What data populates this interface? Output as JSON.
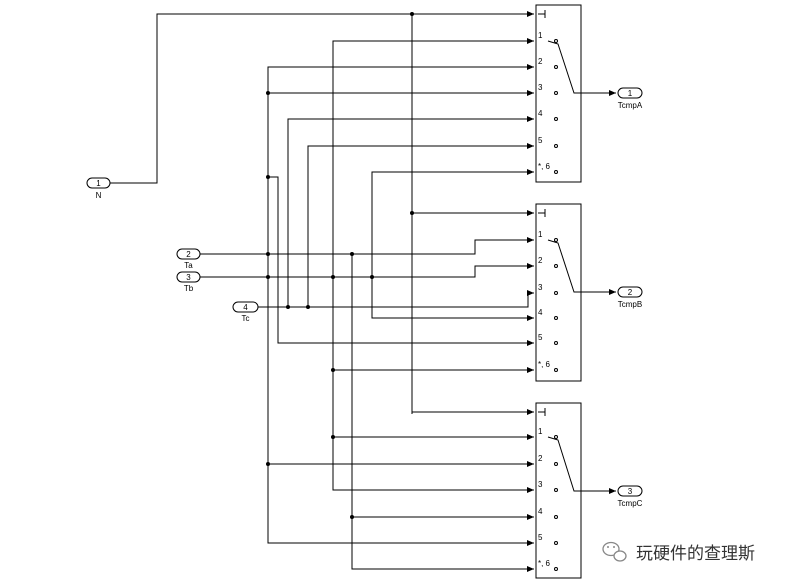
{
  "inports": [
    {
      "num": "1",
      "name": "N"
    },
    {
      "num": "2",
      "name": "Ta"
    },
    {
      "num": "3",
      "name": "Tb"
    },
    {
      "num": "4",
      "name": "Tc"
    }
  ],
  "outports": [
    {
      "num": "1",
      "name": "TcmpA"
    },
    {
      "num": "2",
      "name": "TcmpB"
    },
    {
      "num": "3",
      "name": "TcmpC"
    }
  ],
  "switch_port_labels": [
    "1",
    "2",
    "3",
    "4",
    "5",
    "*, 6"
  ],
  "watermark": "玩硬件的查理斯"
}
